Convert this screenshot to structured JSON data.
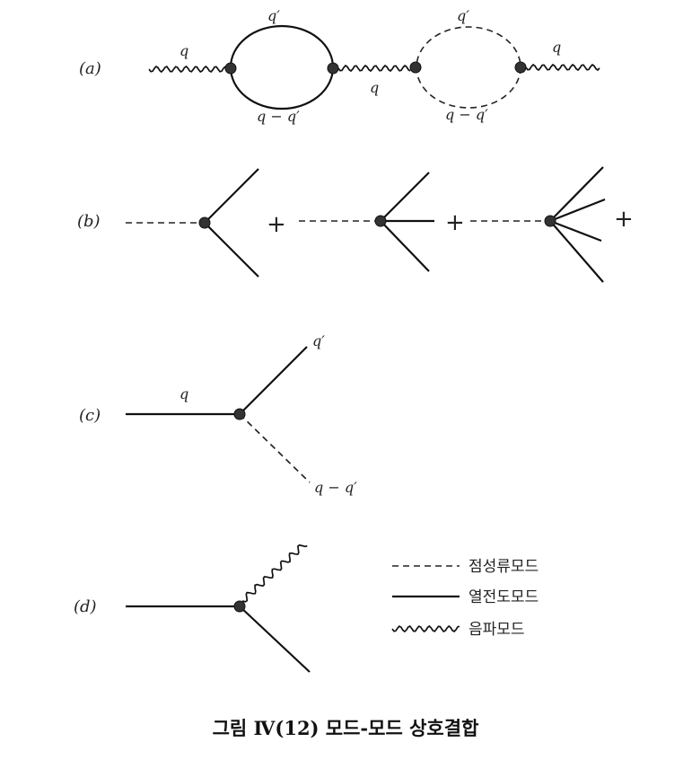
{
  "panels": {
    "a": {
      "label": "(a)",
      "q_in": "q",
      "q_top": "q′",
      "q_bottom": "q − q′",
      "q_mid": "q",
      "q_top2": "q′",
      "q_bottom2": "q − q′",
      "q_out": "q"
    },
    "b": {
      "label": "(b)",
      "plus": "+"
    },
    "c": {
      "label": "(c)",
      "q_in": "q",
      "q_out_top": "q′",
      "q_out_bottom": "q − q′"
    },
    "d": {
      "label": "(d)"
    }
  },
  "legend": {
    "dashed": "점성류모드",
    "solid": "열전도모드",
    "wavy": "음파모드"
  },
  "caption": "그림 Ⅳ(12)  모드-모드 상호결합"
}
